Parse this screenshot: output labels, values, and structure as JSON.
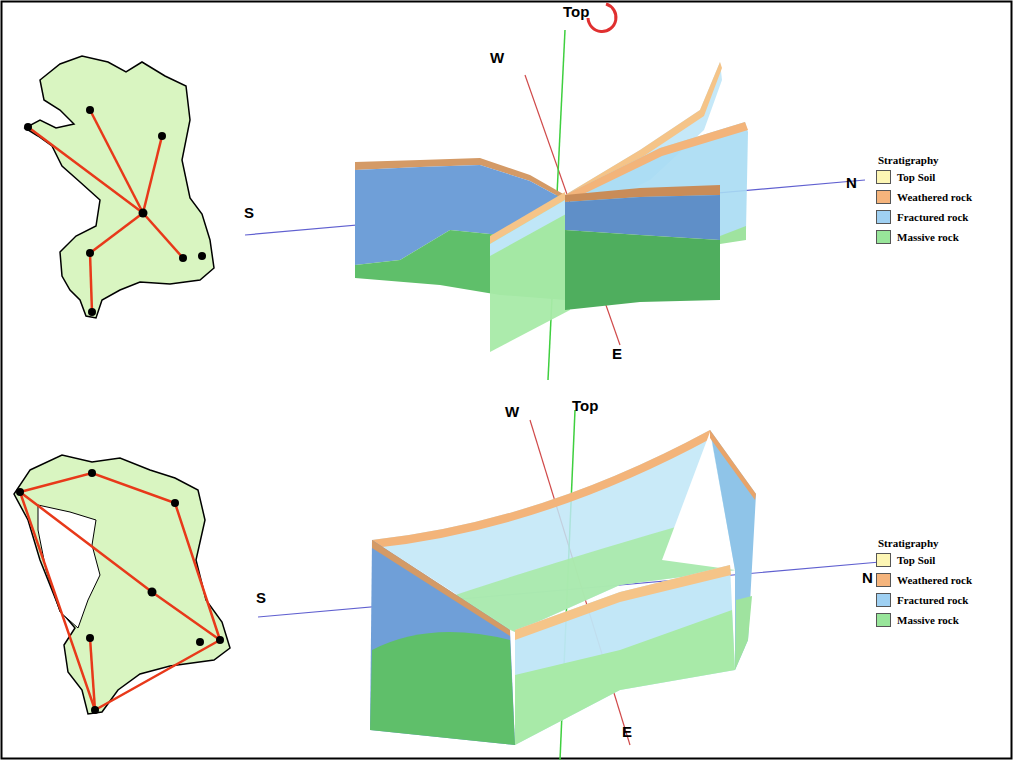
{
  "diagram": {
    "labels": [
      "Top",
      "W",
      "S",
      "N",
      "E",
      "Stratigraphy",
      "Top",
      "W",
      "S",
      "N",
      "E",
      "Stratigraphy"
    ],
    "legend": [
      {
        "text": "Top Soil",
        "color": "#fdf6b4"
      },
      {
        "text": "Weathered rock",
        "color": "#f5b47c"
      },
      {
        "text": "Fractured rock",
        "color": "#9fd0f2"
      },
      {
        "text": "Massive rock",
        "color": "#98e59a"
      },
      {
        "text": "Top Soil",
        "color": "#fdf6b4"
      },
      {
        "text": "Weathered rock",
        "color": "#f5b47c"
      },
      {
        "text": "Fractured rock",
        "color": "#9fd0f2"
      },
      {
        "text": "Massive rock",
        "color": "#98e59a"
      }
    ]
  }
}
